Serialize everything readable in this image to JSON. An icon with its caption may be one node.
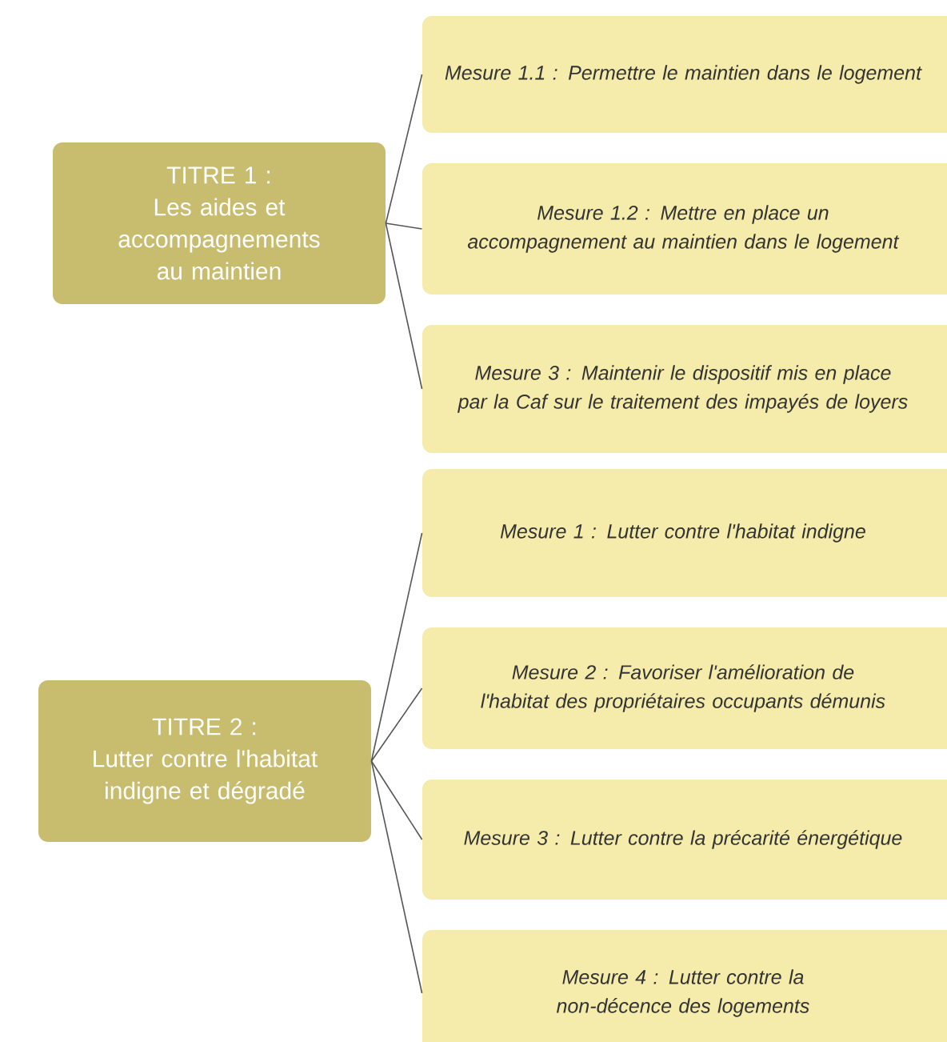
{
  "diagram": {
    "nodes": [
      {
        "text": [
          "TITRE 1 :",
          "Les aides et accompagnements au maintien"
        ]
      },
      {
        "text": [
          "Mesure 1.1 : Permettre le maintien dans le logement"
        ]
      },
      {
        "text": [
          "Mesure 1.2 : Mettre en place un accompagnement au maintien dans le logement"
        ]
      },
      {
        "text": [
          "Mesure 3 : Maintenir le dispositif mis en place par la Caf sur le traitement des impayés de loyers"
        ]
      },
      {
        "text": [
          "TITRE 2 :",
          "Lutter contre l'habitat indigne et dégradé"
        ]
      },
      {
        "text": [
          "Mesure 1 : Lutter contre l'habitat indigne"
        ]
      },
      {
        "text": [
          "Mesure 2 : Favoriser l'amélioration de l'habitat des propriétaires occupants démunis"
        ]
      },
      {
        "text": [
          "Mesure 3 : Lutter contre la précarité énergétique"
        ]
      },
      {
        "text": [
          "Mesure 4 : Lutter contre la non-décence des logements"
        ]
      }
    ],
    "edges": [
      {
        "from": 0,
        "to": 1,
        "arrow": "none"
      },
      {
        "from": 0,
        "to": 2,
        "arrow": "none"
      },
      {
        "from": 0,
        "to": 3,
        "arrow": "none"
      },
      {
        "from": 4,
        "to": 5,
        "arrow": "none"
      },
      {
        "from": 4,
        "to": 6,
        "arrow": "none"
      },
      {
        "from": 4,
        "to": 7,
        "arrow": "none"
      },
      {
        "from": 4,
        "to": 8,
        "arrow": "none"
      }
    ]
  }
}
